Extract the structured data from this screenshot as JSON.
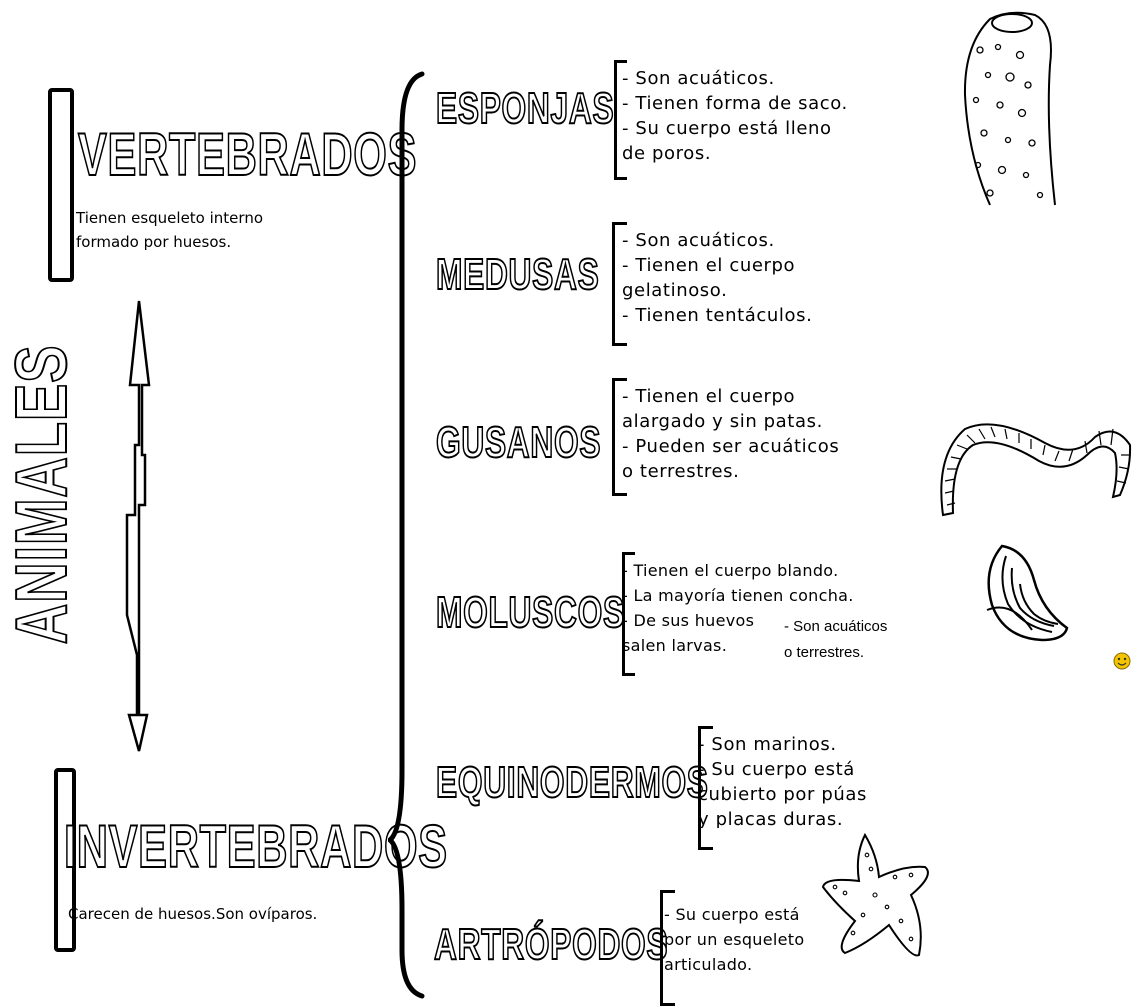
{
  "main_title": "ANIMALES",
  "vertebrados": {
    "title": "VERTEBRADOS",
    "description": [
      "Tienen esqueleto interno",
      "formado por huesos."
    ]
  },
  "invertebrados": {
    "title": "INVERTEBRADOS",
    "description": "Carecen de huesos.Son ovíparos."
  },
  "categories": [
    {
      "title": "ESPONJAS",
      "bullets": [
        "- Son acuáticos.",
        "- Tienen forma de saco.",
        "- Su cuerpo está lleno",
        "   de poros."
      ]
    },
    {
      "title": "MEDUSAS",
      "bullets": [
        "- Son acuáticos.",
        "- Tienen el cuerpo",
        "    gelatinoso.",
        "- Tienen tentáculos."
      ]
    },
    {
      "title": "GUSANOS",
      "bullets": [
        "- Tienen el cuerpo",
        "   alargado y sin patas.",
        "- Pueden ser acuáticos",
        "  o  terrestres."
      ]
    },
    {
      "title": "MOLUSCOS",
      "bullets": [
        "- Tienen el cuerpo blando.",
        "- La mayoría tienen concha.",
        "- De sus huevos",
        "  salen larvas."
      ],
      "extra": [
        "- Son acuáticos",
        "   o terrestres."
      ]
    },
    {
      "title": "EQUINODERMOS",
      "bullets": [
        "- Son marinos.",
        "- Su cuerpo está",
        "   cubierto por púas",
        "  y placas duras."
      ]
    },
    {
      "title": "ARTRÓPODOS",
      "bullets": [
        "- Su cuerpo está",
        "  por un esqueleto",
        "  articulado."
      ]
    }
  ],
  "illustrations": [
    "sponge-illustration",
    "worm-illustration",
    "mussel-illustration",
    "starfish-illustration"
  ]
}
